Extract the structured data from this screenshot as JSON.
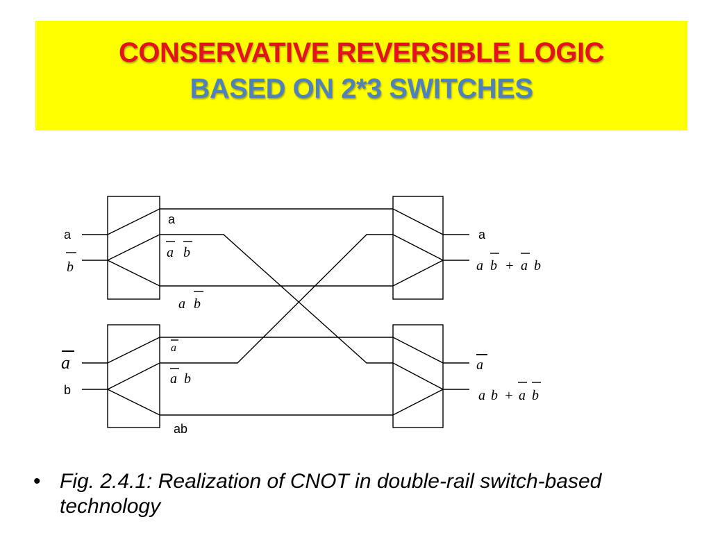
{
  "slide": {
    "title_line1": "CONSERVATIVE REVERSIBLE LOGIC",
    "title_line2": "BASED ON 2*3 SWITCHES",
    "caption_bullet": "•",
    "caption": "Fig. 2.4.1: Realization of  CNOT in double-rail switch-based technology"
  },
  "colors": {
    "banner": "#ffff00",
    "title_red": "#e4121b",
    "title_blue": "#4f81bd"
  },
  "diagram": {
    "inputs": {
      "top_a": "a",
      "top_b": "b",
      "bottom_a": "a",
      "bottom_b": "b"
    },
    "wires": {
      "w1": "a",
      "w2_a": "a",
      "w2_b": "b",
      "w3_a": "a",
      "w3_b": "b",
      "w4": "a",
      "w5_a": "a",
      "w5_b": "b",
      "w6": "ab"
    },
    "outputs": {
      "o1": "a",
      "o2_t1a": "a",
      "o2_t1b": "b",
      "o2_plus": "+",
      "o2_t2a": "a",
      "o2_t2b": "b",
      "o3": "a",
      "o4_t1a": "a",
      "o4_t1b": "b",
      "o4_plus": "+",
      "o4_t2a": "a",
      "o4_t2b": "b"
    }
  }
}
